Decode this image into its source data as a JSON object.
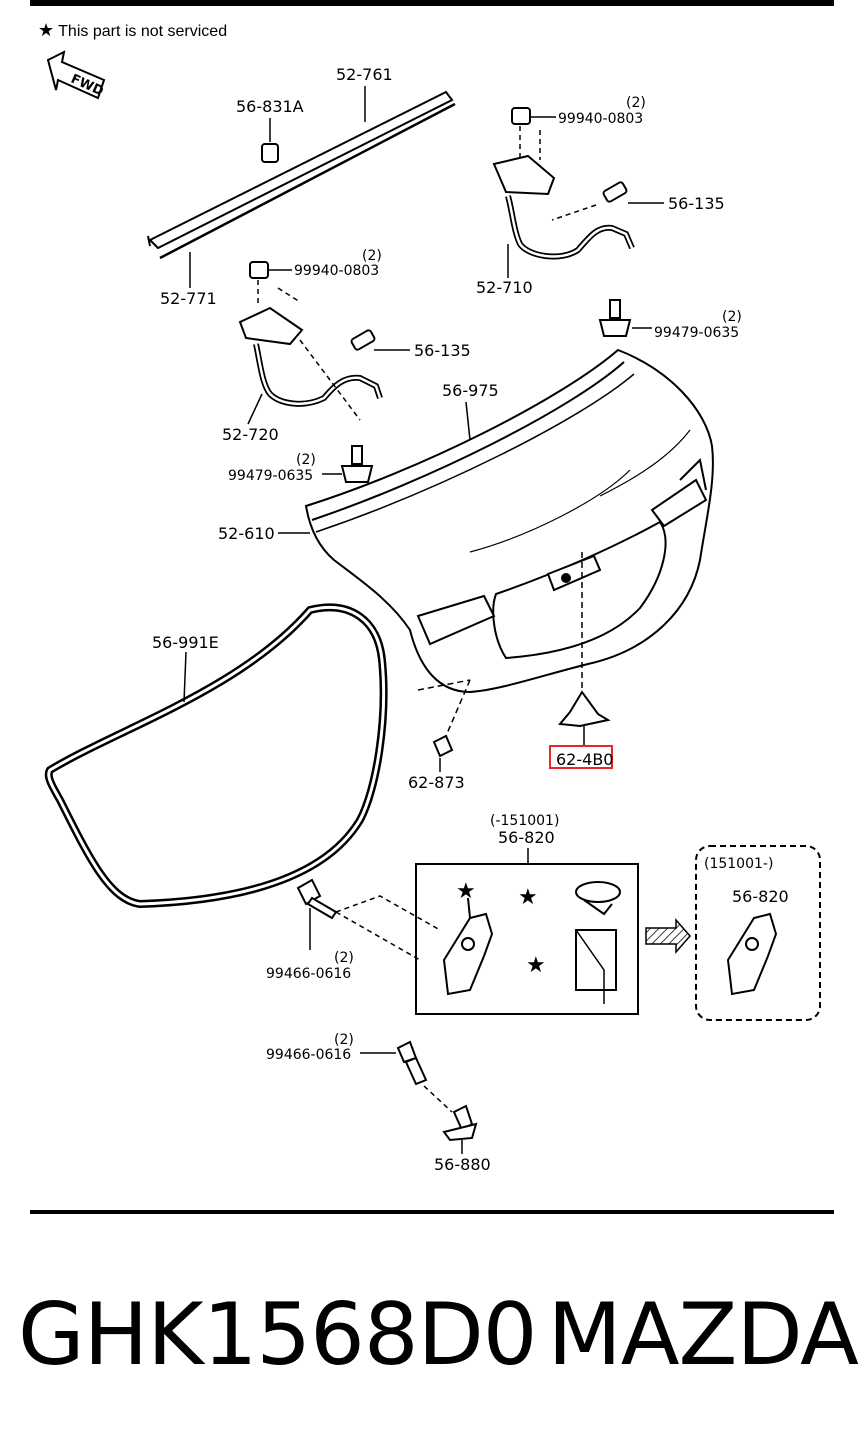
{
  "note": {
    "star": "★",
    "text": "This part is not serviced"
  },
  "fwd": "FWD",
  "labels": {
    "p52761": "52-761",
    "p56831a": "56-831A",
    "p52771": "52-771",
    "p99940_top": "99940-0803",
    "q_top1": "(2)",
    "p56135_top": "56-135",
    "p52710": "52-710",
    "p99479_right": "99479-0635",
    "q_right": "(2)",
    "p99940_left": "99940-0803",
    "q_left1": "(2)",
    "p56135_left": "56-135",
    "p52720": "52-720",
    "p99479_left": "99479-0635",
    "q_left2": "(2)",
    "p56975": "56-975",
    "p52610": "52-610",
    "p56991e": "56-991E",
    "p624b0": "62-4B0",
    "p62873": "62-873",
    "range1": "(-151001)",
    "p56820_a": "56-820",
    "range2": "(151001-)",
    "p56820_b": "56-820",
    "p99466_a": "99466-0616",
    "q_b1": "(2)",
    "p99466_b": "99466-0616",
    "q_b2": "(2)",
    "p56880": "56-880"
  },
  "footer": {
    "part_number": "GHK1568D0",
    "brand": "MAZDA"
  },
  "colors": {
    "highlight": "#e8262b",
    "line": "#000000"
  }
}
